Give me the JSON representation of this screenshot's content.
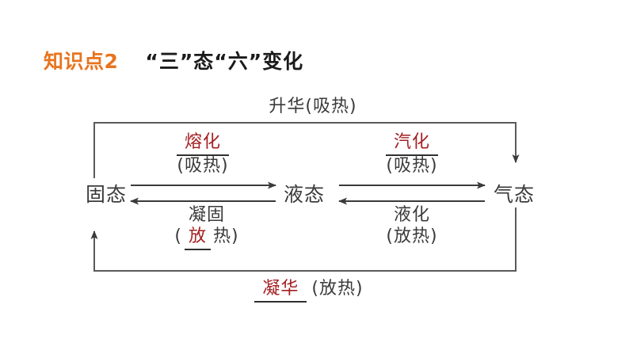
{
  "slide": {
    "background_color": "#ffffff",
    "accent_orange": "#e8741e",
    "accent_red": "#a31f22",
    "ink_color": "#3a3a3a"
  },
  "title": {
    "kicker": "知识点2",
    "main": "“三”态“六”变化"
  },
  "diagram": {
    "type": "state-change-cycle",
    "nodes": [
      {
        "id": "solid",
        "label": "固态"
      },
      {
        "id": "liquid",
        "label": "液态"
      },
      {
        "id": "gas",
        "label": "气态"
      }
    ],
    "transitions": [
      {
        "id": "sublimation",
        "from": "solid",
        "to": "gas",
        "path": "top-bracket",
        "term": "升华",
        "term_color": "black",
        "term_underlined": false,
        "energy": "(吸热)"
      },
      {
        "id": "melting",
        "from": "solid",
        "to": "liquid",
        "path": "upper-left-arrow",
        "term": "熔化",
        "term_color": "red",
        "term_underlined": true,
        "energy": "(吸热)"
      },
      {
        "id": "freezing",
        "from": "liquid",
        "to": "solid",
        "path": "lower-left-arrow",
        "term": "凝固",
        "term_color": "black",
        "term_underlined": false,
        "energy_open": "(",
        "energy_blank": "放",
        "energy_blank_color": "red",
        "energy_blank_underlined": true,
        "energy_close": "热)"
      },
      {
        "id": "vaporization",
        "from": "liquid",
        "to": "gas",
        "path": "upper-right-arrow",
        "term": "汽化",
        "term_color": "red",
        "term_underlined": true,
        "energy": "(吸热)"
      },
      {
        "id": "condensation",
        "from": "gas",
        "to": "liquid",
        "path": "lower-right-arrow",
        "term": "液化",
        "term_color": "black",
        "term_underlined": false,
        "energy": "(放热)"
      },
      {
        "id": "deposition",
        "from": "gas",
        "to": "solid",
        "path": "bottom-bracket",
        "term": "凝华",
        "term_color": "red",
        "term_underlined": true,
        "energy": "(放热)"
      }
    ]
  }
}
